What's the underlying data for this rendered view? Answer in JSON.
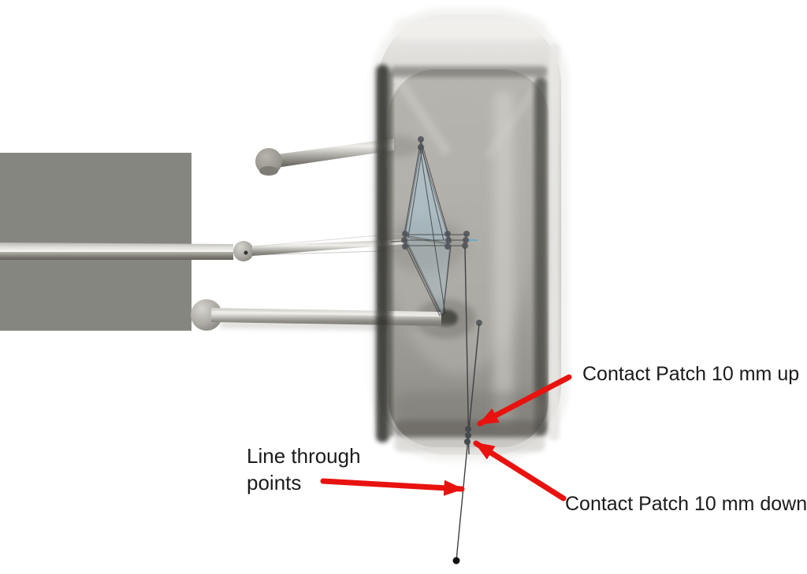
{
  "annotations": {
    "line_through_points": {
      "label": "Line through points"
    },
    "contact_patch_up": {
      "label": "Contact Patch 10 mm up"
    },
    "contact_patch_down": {
      "label": "Contact Patch 10 mm down"
    }
  },
  "scene": {
    "parts": [
      "tire",
      "chassis-block",
      "upper-control-arm",
      "tie-rod",
      "lower-control-arm",
      "suspension-sketch",
      "contact-patch-points",
      "line-through-points"
    ]
  },
  "colors": {
    "background": "#ffffff",
    "annotation_red": "#e8120f",
    "label_text": "#1b1b1b",
    "chassis_gray": "#868681",
    "sketch_blue": "#a9c6d6",
    "sketch_blue_line": "#69aecb",
    "sketch_line": "#35383d",
    "sketch_point": "#50535a",
    "construction_line": "#3e4044"
  }
}
